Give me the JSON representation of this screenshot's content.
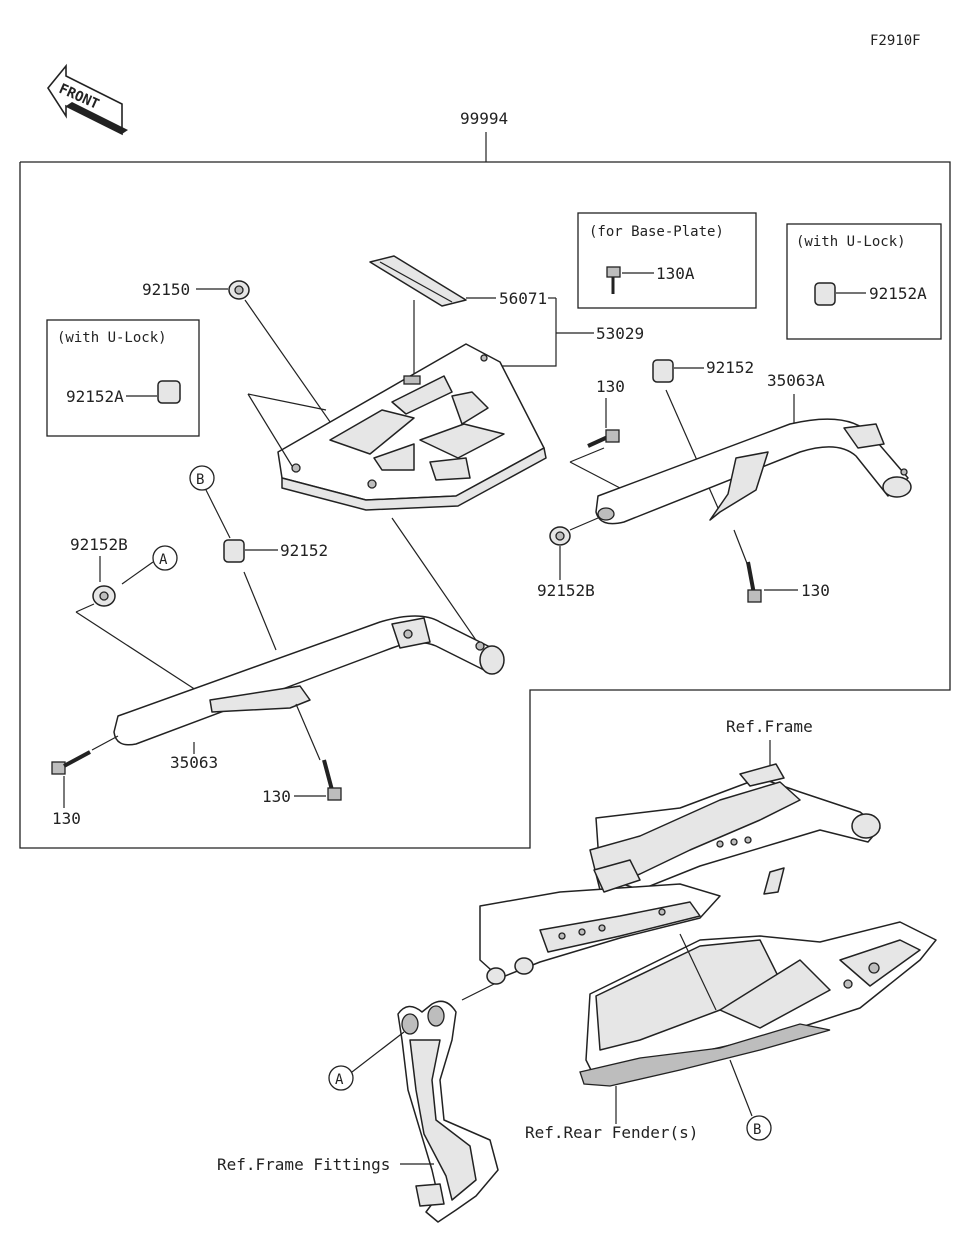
{
  "diagram_code": "F2910F",
  "front_label": "FRONT",
  "assembly_number": "99994",
  "callouts": {
    "p92150": "92150",
    "p56071": "56071",
    "p53029": "53029",
    "p92152_right": "92152",
    "p35063A": "35063A",
    "p130_right_top": "130",
    "p92152B_right": "92152B",
    "p130_right_bottom": "130",
    "p92152B_left": "92152B",
    "p92152_left": "92152",
    "p35063": "35063",
    "p130_left_bottom": "130",
    "p130_left_center": "130",
    "p130A": "130A",
    "p92152A_right": "92152A",
    "p92152A_left": "92152A"
  },
  "option_boxes": {
    "base_plate": "(for Base-Plate)",
    "u_lock_right": "(with U-Lock)",
    "u_lock_left": "(with U-Lock)"
  },
  "reference_letters": {
    "a_top": "A",
    "b_top": "B",
    "a_bottom": "A",
    "b_bottom": "B"
  },
  "reference_labels": {
    "frame": "Ref.Frame",
    "rear_fender": "Ref.Rear Fender(s)",
    "frame_fittings": "Ref.Frame Fittings"
  }
}
